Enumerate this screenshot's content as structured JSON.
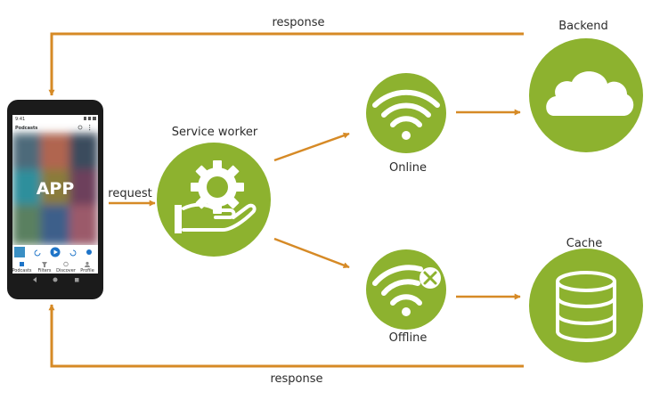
{
  "labels": {
    "response_top": "response",
    "response_bottom": "response",
    "request": "request",
    "service_worker": "Service worker",
    "online": "Online",
    "offline": "Offline",
    "backend": "Backend",
    "cache": "Cache"
  },
  "phone": {
    "app_label": "APP",
    "app_bar_title": "Podcasts",
    "status_time": "9:41",
    "nav_items": [
      "Podcasts",
      "Filters",
      "Discover",
      "Profile"
    ]
  },
  "colors": {
    "node_green": "#8db22f",
    "arrow_orange": "#d68a26",
    "phone_body": "#1b1b1b",
    "play_blue": "#1e74c8"
  },
  "icons": {
    "service_worker": "gear-hand-icon",
    "online": "wifi-icon",
    "offline": "wifi-off-icon",
    "backend": "cloud-icon",
    "cache": "database-icon"
  }
}
